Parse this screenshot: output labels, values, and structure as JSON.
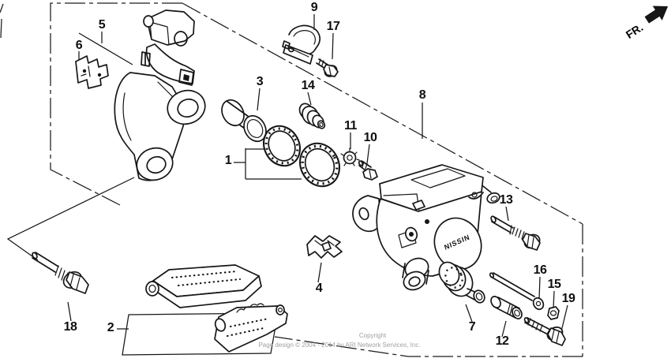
{
  "fr": {
    "label": "FR."
  },
  "brand": {
    "caliper_logo": "NISSIN"
  },
  "watermark": {
    "line1": "Copyright",
    "line2": "Page design © 2004 - 2014 by ARI Network Services, Inc."
  },
  "callouts": [
    {
      "id": 1,
      "label": "1"
    },
    {
      "id": 2,
      "label": "2"
    },
    {
      "id": 3,
      "label": "3"
    },
    {
      "id": 4,
      "label": "4"
    },
    {
      "id": 5,
      "label": "5"
    },
    {
      "id": 6,
      "label": "6"
    },
    {
      "id": 7,
      "label": "7"
    },
    {
      "id": 8,
      "label": "8"
    },
    {
      "id": 9,
      "label": "9"
    },
    {
      "id": 10,
      "label": "10"
    },
    {
      "id": 11,
      "label": "11"
    },
    {
      "id": 12,
      "label": "12"
    },
    {
      "id": 13,
      "label": "13"
    },
    {
      "id": 14,
      "label": "14"
    },
    {
      "id": 15,
      "label": "15"
    },
    {
      "id": 16,
      "label": "16"
    },
    {
      "id": 17,
      "label": "17"
    },
    {
      "id": 18,
      "label": "18"
    },
    {
      "id": 19,
      "label": "19"
    }
  ]
}
